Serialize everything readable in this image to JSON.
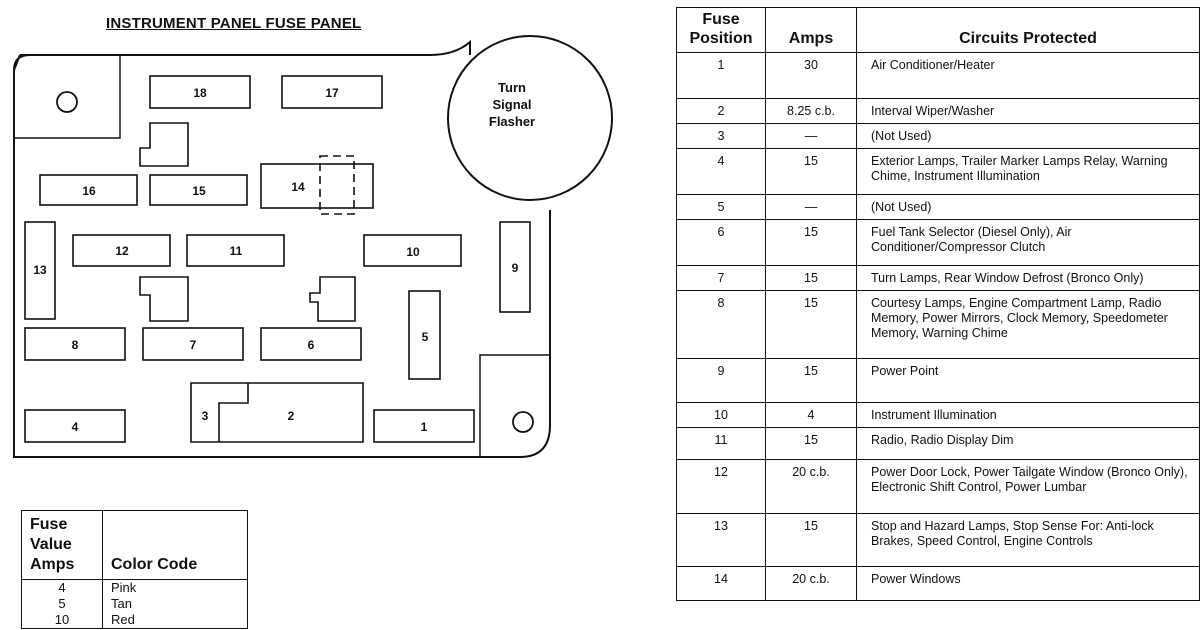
{
  "diagram": {
    "title": "INSTRUMENT PANEL FUSE PANEL",
    "flasher": [
      "Turn",
      "Signal",
      "Flasher"
    ],
    "fuses": [
      "1",
      "2",
      "3",
      "4",
      "5",
      "6",
      "7",
      "8",
      "9",
      "10",
      "11",
      "12",
      "13",
      "14",
      "15",
      "16",
      "17",
      "18"
    ]
  },
  "color_code_table": {
    "headers": {
      "value": "Fuse Value Amps",
      "color": "Color Code"
    },
    "rows": [
      {
        "amps": "4",
        "color": "Pink"
      },
      {
        "amps": "5",
        "color": "Tan"
      },
      {
        "amps": "10",
        "color": "Red"
      }
    ]
  },
  "circuits_table": {
    "headers": {
      "position": "Fuse Position",
      "amps": "Amps",
      "circuits": "Circuits Protected"
    },
    "rows": [
      {
        "position": "1",
        "amps": "30",
        "circuits": "Air Conditioner/Heater"
      },
      {
        "position": "2",
        "amps": "8.25 c.b.",
        "circuits": "Interval Wiper/Washer"
      },
      {
        "position": "3",
        "amps": "—",
        "circuits": "(Not Used)"
      },
      {
        "position": "4",
        "amps": "15",
        "circuits": "Exterior Lamps, Trailer Marker Lamps Relay, Warning Chime, Instrument Illumination"
      },
      {
        "position": "5",
        "amps": "—",
        "circuits": "(Not Used)"
      },
      {
        "position": "6",
        "amps": "15",
        "circuits": "Fuel Tank Selector (Diesel Only), Air Conditioner/Compressor Clutch"
      },
      {
        "position": "7",
        "amps": "15",
        "circuits": "Turn Lamps, Rear Window Defrost (Bronco Only)"
      },
      {
        "position": "8",
        "amps": "15",
        "circuits": "Courtesy Lamps, Engine Compartment Lamp, Radio Memory, Power Mirrors, Clock Memory, Speedometer Memory, Warning Chime"
      },
      {
        "position": "9",
        "amps": "15",
        "circuits": "Power Point"
      },
      {
        "position": "10",
        "amps": "4",
        "circuits": "Instrument Illumination"
      },
      {
        "position": "11",
        "amps": "15",
        "circuits": "Radio, Radio Display Dim"
      },
      {
        "position": "12",
        "amps": "20 c.b.",
        "circuits": "Power Door Lock, Power Tailgate Window (Bronco Only), Electronic Shift Control, Power Lumbar"
      },
      {
        "position": "13",
        "amps": "15",
        "circuits": "Stop and Hazard Lamps, Stop Sense For: Anti-lock Brakes, Speed Control, Engine Controls"
      },
      {
        "position": "14",
        "amps": "20 c.b.",
        "circuits": "Power Windows"
      }
    ]
  }
}
